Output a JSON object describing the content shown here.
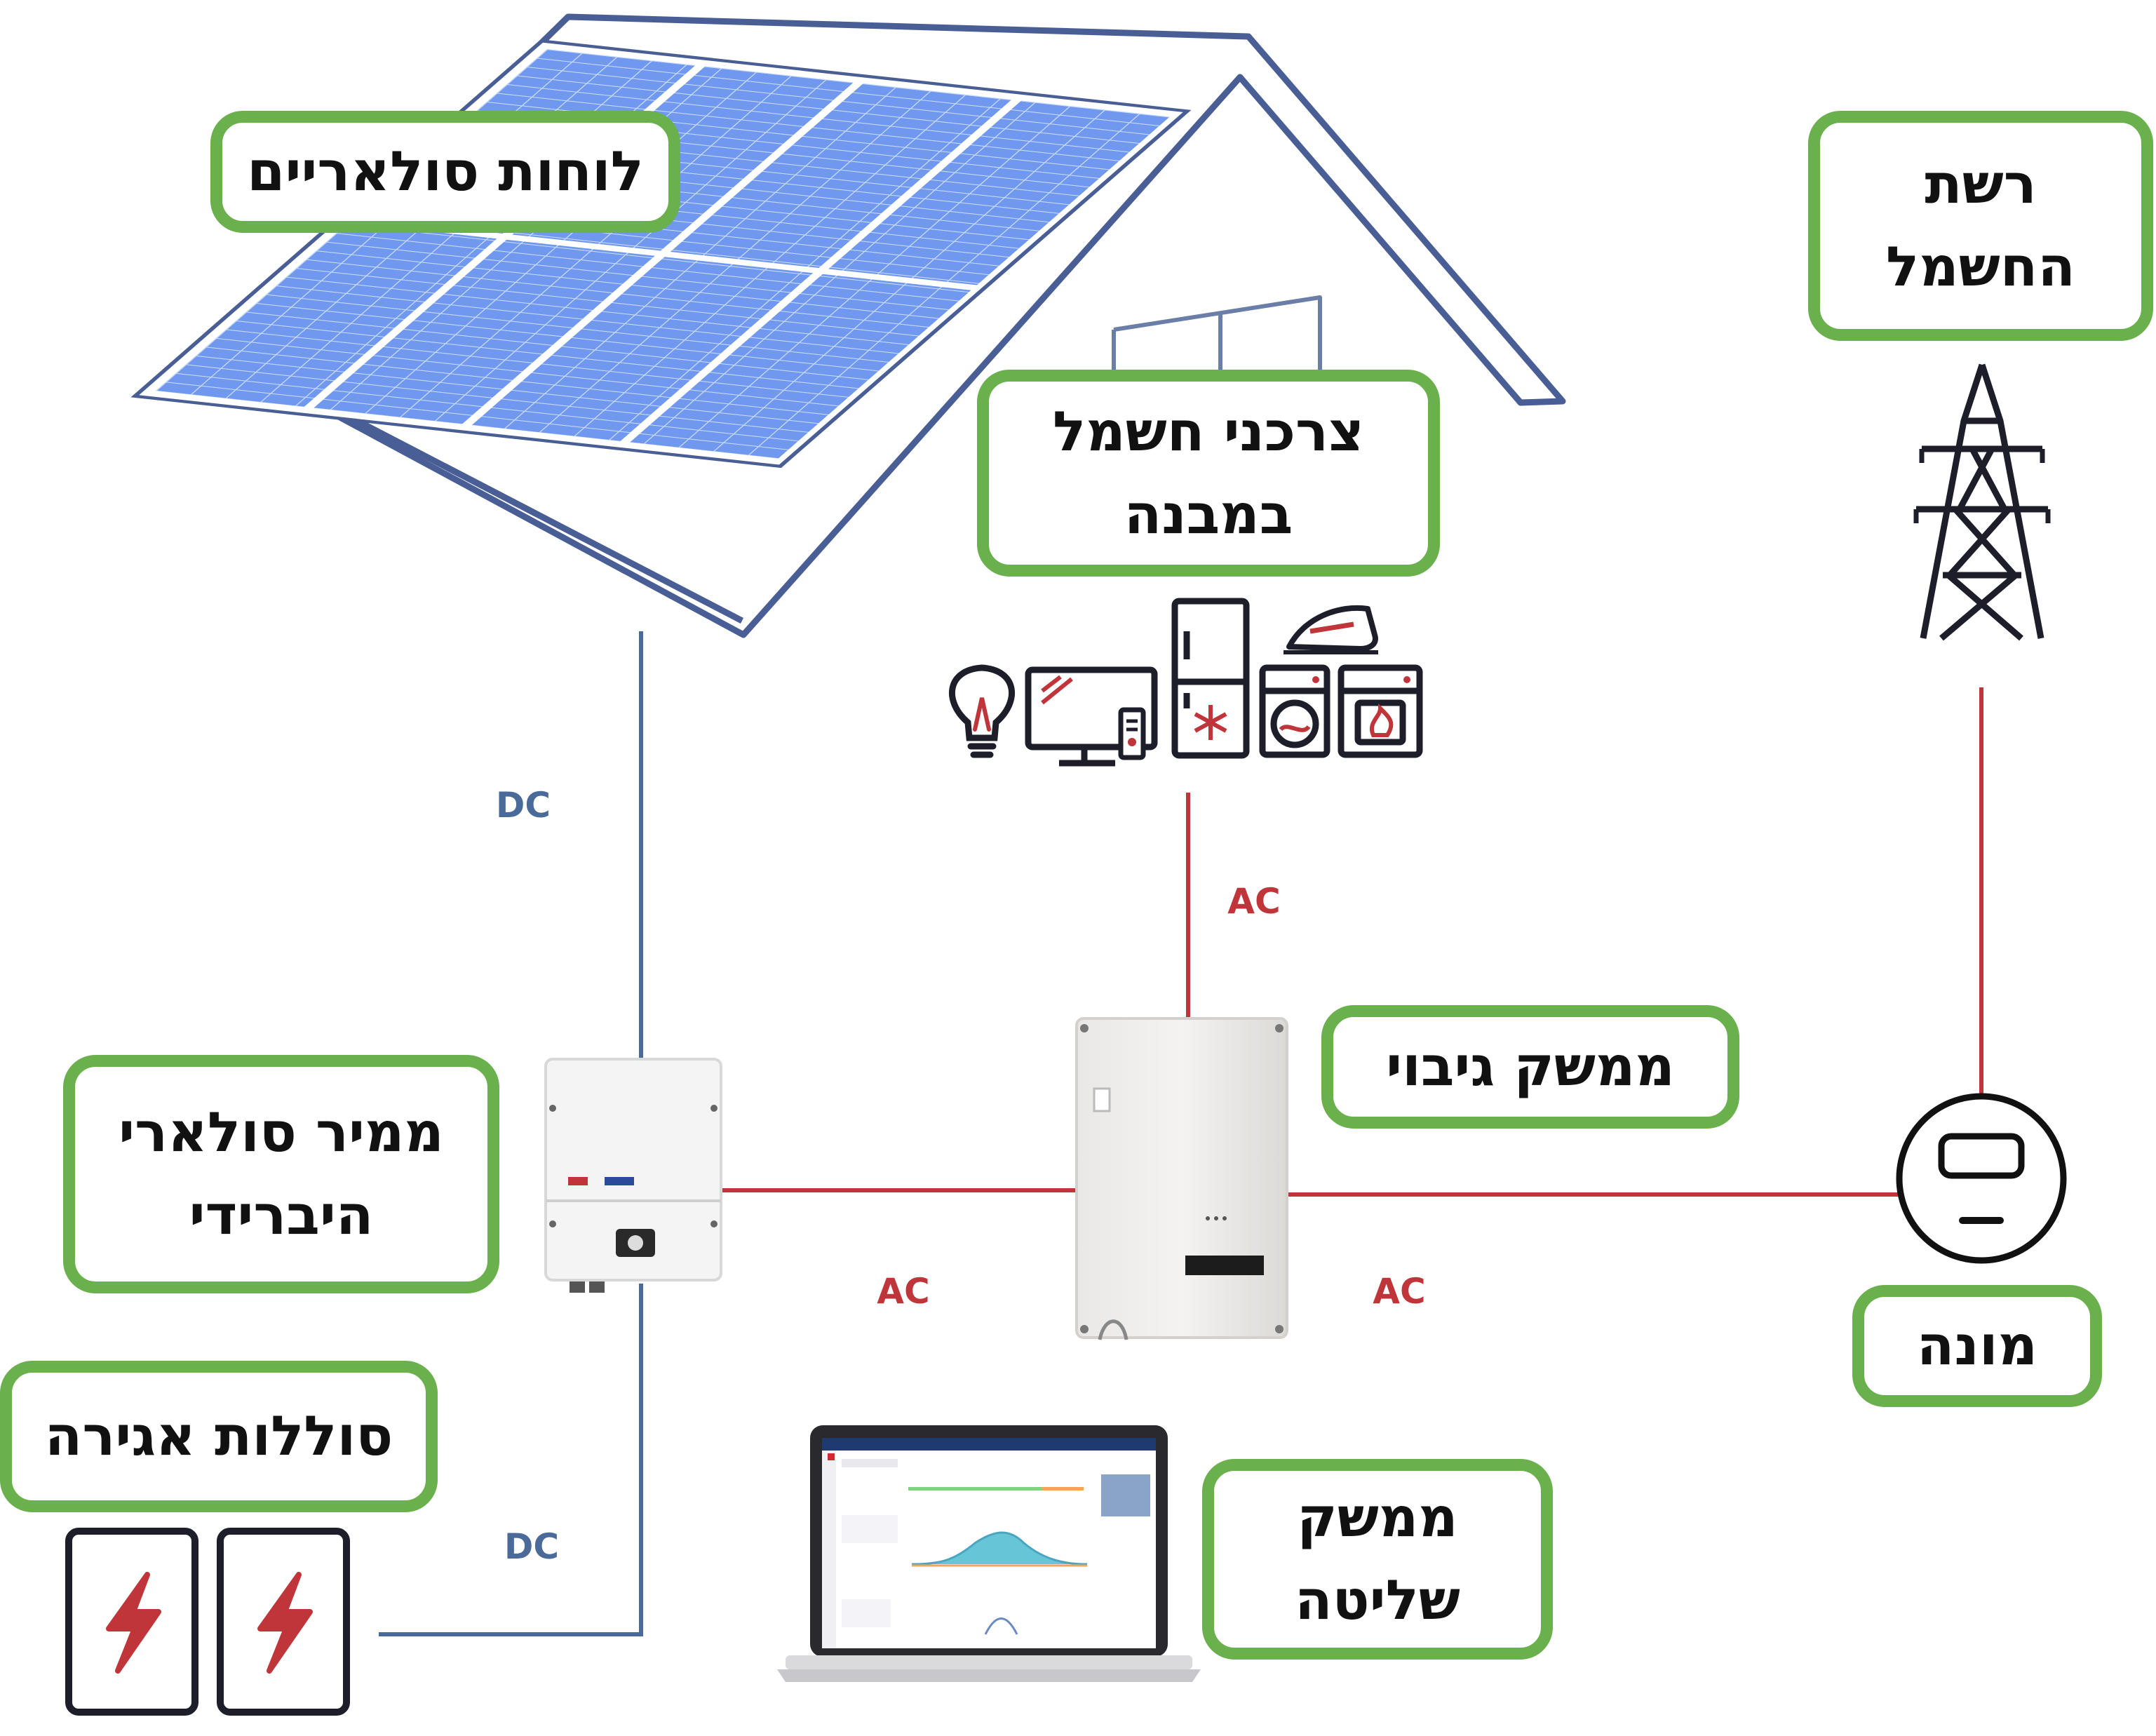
{
  "labels": {
    "solar_panels": [
      "לוחות סולאריים"
    ],
    "grid": [
      "רשת",
      "החשמל"
    ],
    "consumers": [
      "צרכני חשמל",
      "במבנה"
    ],
    "backup": [
      "ממשק גיבוי"
    ],
    "inverter": [
      "ממיר סולארי",
      "היברידי"
    ],
    "batteries": [
      "סוללות אגירה"
    ],
    "meter": [
      "מונה"
    ],
    "control": [
      "ממשק",
      "שליטה"
    ]
  },
  "wires": {
    "dc_panels": "DC",
    "ac_consumers": "AC",
    "ac_inverter_backup": "AC",
    "ac_backup_meter": "AC",
    "dc_batteries": "DC"
  },
  "colors": {
    "box_border": "#6ab04c",
    "dc_line": "#4a6a9a",
    "ac_line": "#c0353a",
    "panel_cell": "#6f98ee",
    "panel_frame": "#4a5e96",
    "icon_dark": "#1e1e2a"
  },
  "icons": [
    "solar-panel-icon",
    "house-icon",
    "lightbulb-icon",
    "television-icon",
    "remote-icon",
    "fridge-icon",
    "iron-icon",
    "washing-machine-icon",
    "oven-icon",
    "transmission-tower-icon",
    "inverter-icon",
    "backup-interface-icon",
    "meter-icon",
    "battery-icon",
    "laptop-icon"
  ]
}
